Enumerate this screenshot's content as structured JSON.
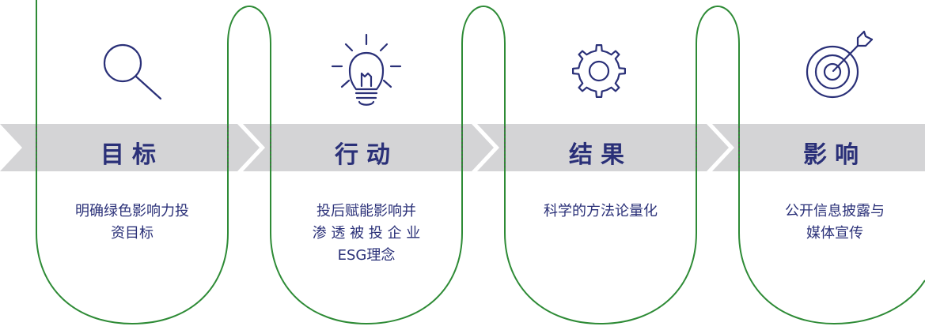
{
  "diagram": {
    "colors": {
      "ribbon": "#d4d4d6",
      "ribbon_separator": "#ffffff",
      "outline": "#2e8b36",
      "dotted": "#555555",
      "icon": "#2a3078",
      "text": "#2a3078"
    },
    "stages": [
      {
        "title": "目标",
        "desc": "明确绿色影响力投\n资目标",
        "icon": "search-icon"
      },
      {
        "title": "行动",
        "desc": "投后赋能影响并\n渗 透 被 投 企 业\nESG理念",
        "icon": "lightbulb-icon"
      },
      {
        "title": "结果",
        "desc": "科学的方法论量化",
        "icon": "gear-icon"
      },
      {
        "title": "影响",
        "desc": "公开信息披露与\n媒体宣传",
        "icon": "target-icon"
      }
    ]
  }
}
